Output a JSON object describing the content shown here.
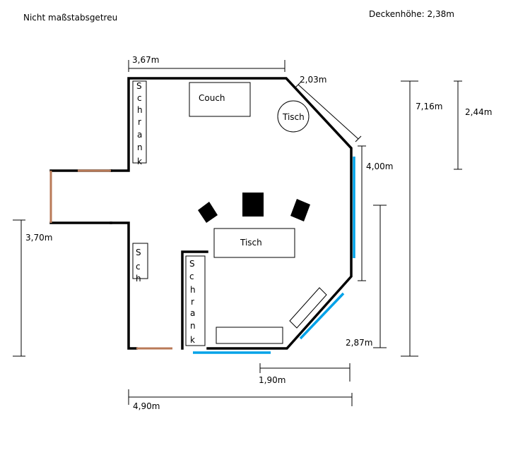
{
  "header": {
    "scale_note": "Nicht maßstabsgetreu",
    "ceiling_height": "Deckenhöhe: 2,38m"
  },
  "dimensions": {
    "top_width": "3,67m",
    "diagonal_top": "2,03m",
    "total_height": "7,16m",
    "right_upper": "2,44m",
    "right_wall": "4,00m",
    "left_lower": "3,70m",
    "right_lower": "2,87m",
    "bottom_diag": "1,90m",
    "total_width": "4,90m"
  },
  "furniture": {
    "couch": "Couch",
    "table_round": "Tisch",
    "table_center": "Tisch",
    "wardrobe_tall": [
      "S",
      "c",
      "h",
      "r",
      "a",
      "n",
      "k"
    ],
    "wardrobe_small": [
      "S",
      "c",
      "h"
    ],
    "wardrobe_inner": [
      "S",
      "c",
      "h",
      "r",
      "a",
      "n",
      "k"
    ]
  },
  "colors": {
    "wall": "#000000",
    "door": "#b97a57",
    "window": "#00a2e8"
  }
}
